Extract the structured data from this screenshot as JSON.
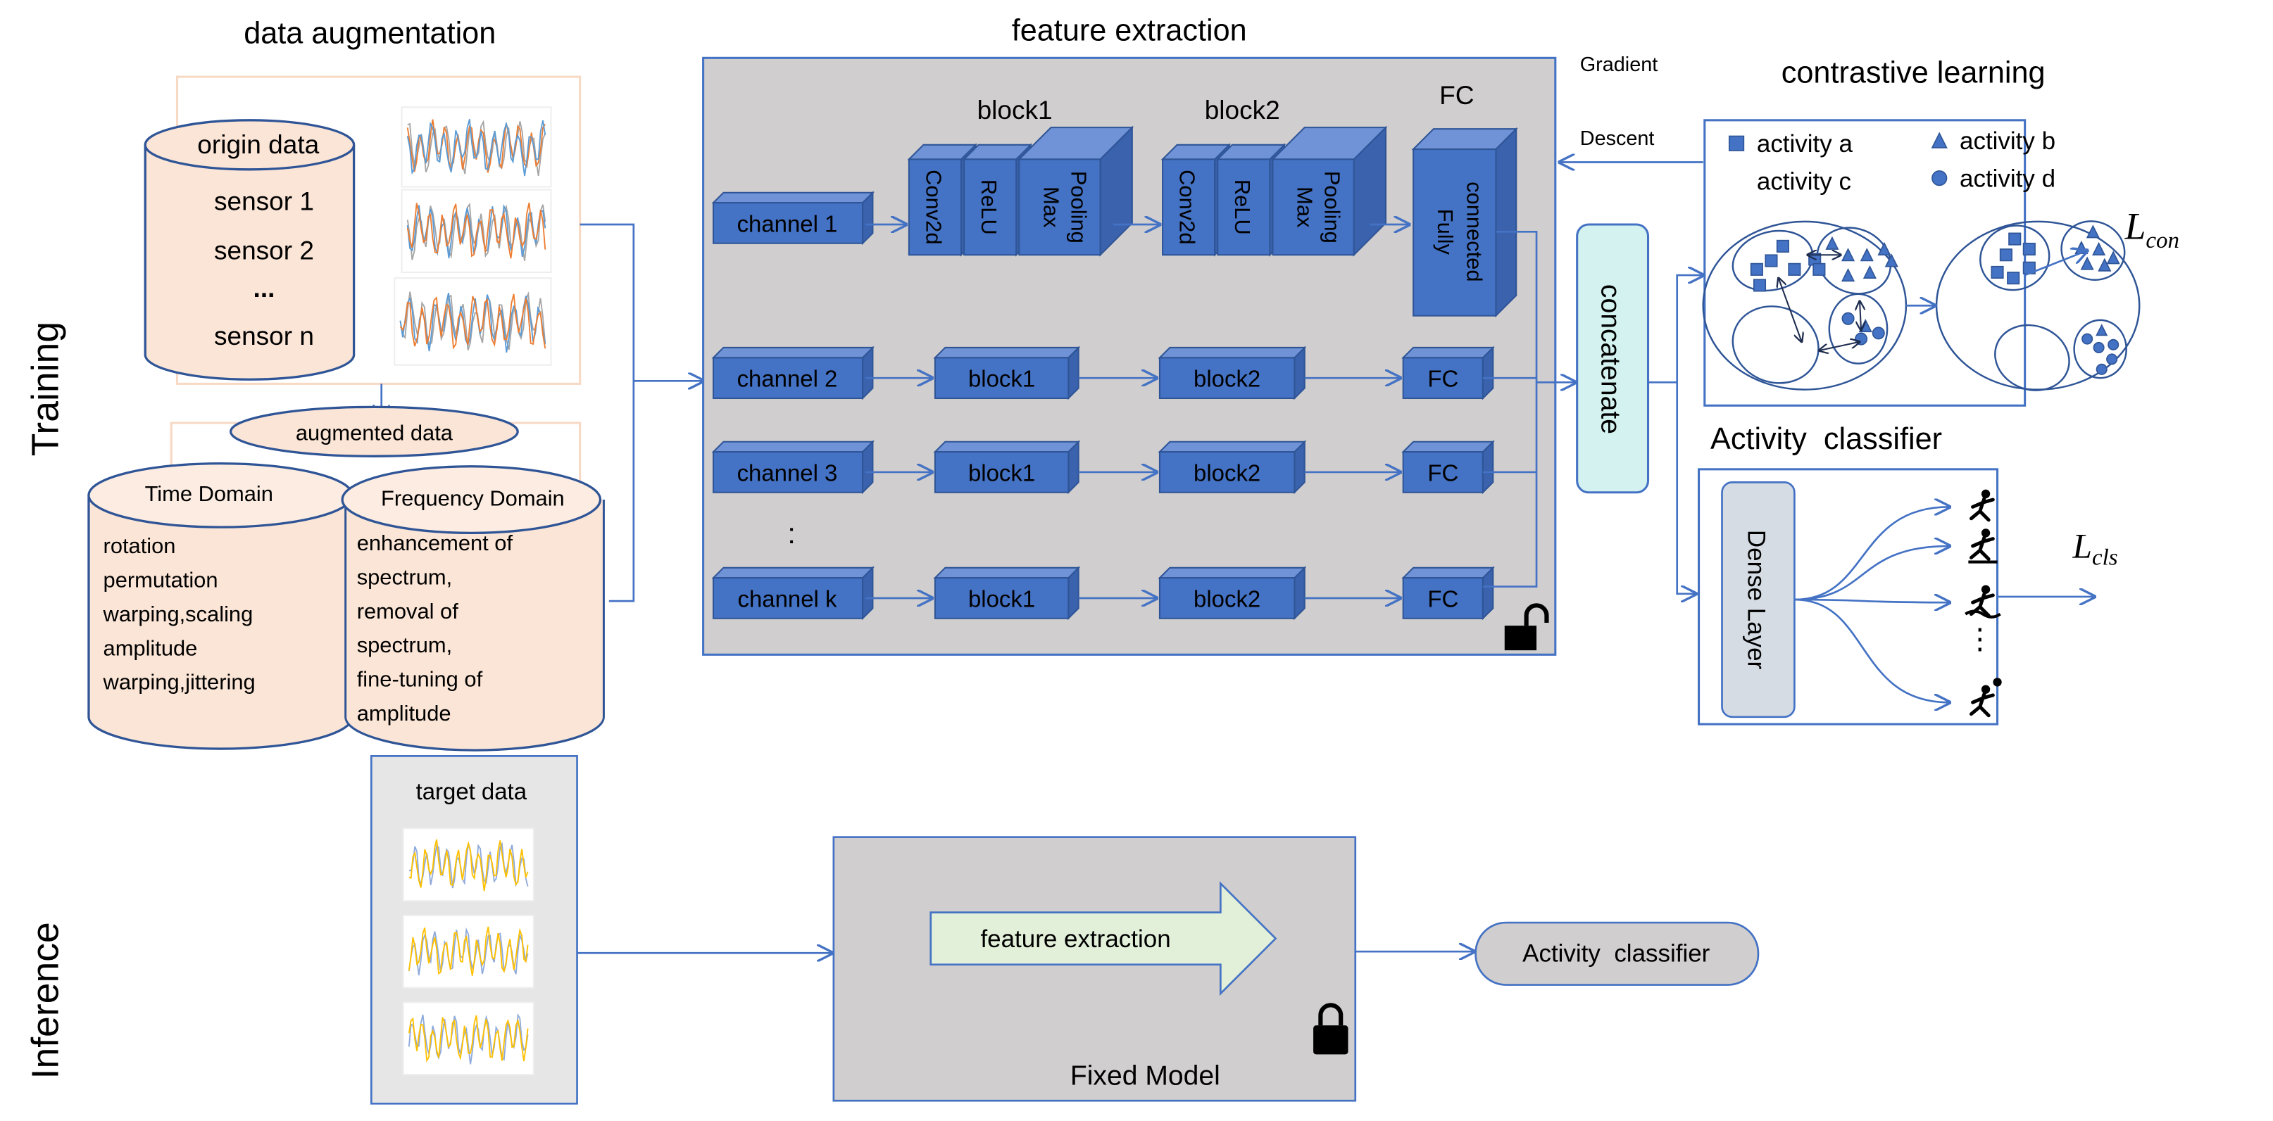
{
  "sections": {
    "training": "Training",
    "inference": "Inference"
  },
  "augmentation": {
    "title": "data augmentation",
    "origin": {
      "title": "origin data",
      "items": [
        "sensor 1",
        "sensor 2",
        "...",
        "sensor n"
      ]
    },
    "augmented_label": "augmented data",
    "time_domain": {
      "title": "Time Domain",
      "lines": [
        "rotation",
        "permutation",
        "warping,scaling",
        "amplitude",
        "warping,jittering"
      ]
    },
    "frequency_domain": {
      "title": "Frequency Domain",
      "lines": [
        "enhancement of",
        "spectrum,",
        "removal of",
        "spectrum,",
        "fine-tuning of",
        " amplitude"
      ]
    }
  },
  "feature_extraction": {
    "title": "feature extraction",
    "block1": {
      "label": "block1",
      "layers": [
        "Conv2d",
        "ReLU",
        "Max",
        "Pooling"
      ]
    },
    "block2": {
      "label": "block2",
      "layers": [
        "Conv2d",
        "ReLU",
        "Max",
        "Pooling"
      ]
    },
    "fc": {
      "label": "FC",
      "lines": [
        "Fully",
        "connected"
      ]
    },
    "channels": [
      "channel 1",
      "channel 2",
      "channel 3",
      "channel k"
    ],
    "ellipsis": ":",
    "small_blocks": {
      "block1": "block1",
      "block2": "block2",
      "fc": "FC"
    },
    "lock_state": "unlocked"
  },
  "gradient": {
    "line1": "Gradient",
    "line2": "Descent"
  },
  "concatenate": "concatenate",
  "contrastive": {
    "title": "contrastive learning",
    "legend": [
      {
        "shape": "square",
        "label": "activity a"
      },
      {
        "shape": "triangle",
        "label": "activity b"
      },
      {
        "shape": "crescent",
        "label": "activity c"
      },
      {
        "shape": "circle",
        "label": "activity d"
      }
    ],
    "loss_symbol": "L",
    "loss_sub": "con"
  },
  "classifier": {
    "title": "Activity  classifier",
    "dense_layer": "Dense Layer",
    "outputs": [
      "running-icon",
      "treadmill-icon",
      "kayak-icon",
      "volleyball-icon"
    ],
    "ellipsis": "⋮",
    "loss_symbol": "L",
    "loss_sub": "cls"
  },
  "inference": {
    "target_title": "target data",
    "feature_extraction": "feature extraction",
    "fixed_model": "Fixed Model",
    "lock_state": "locked",
    "classifier": "Activity  classifier"
  },
  "colors": {
    "accent": "#4472c4",
    "peach": "#fbe5d6",
    "gray_box": "#d0cece",
    "concat": "#d4f3f0",
    "dense": "#d6dce4",
    "arrow_fill": "#e2f0d9"
  }
}
